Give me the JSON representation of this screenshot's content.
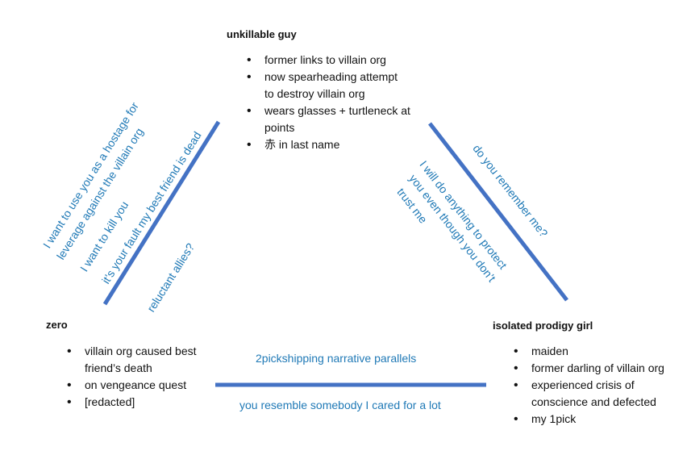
{
  "nodes": {
    "top": {
      "title": "unkillable guy",
      "bullets": [
        "former links to villain org",
        "now spearheading attempt\nto destroy villain org",
        "wears glasses + turtleneck at\npoints",
        "赤 in last name"
      ]
    },
    "left": {
      "title": "zero",
      "bullets": [
        "villain org caused best\nfriend’s death",
        "on vengeance quest",
        "[redacted]"
      ]
    },
    "right": {
      "title": "isolated prodigy girl",
      "bullets": [
        "maiden",
        "former darling of villain org",
        "experienced crisis of\nconscience and defected",
        "my 1pick"
      ]
    }
  },
  "edges": {
    "left_top": {
      "outer": [
        "I want to use you as a hostage for",
        "leverage against the villain org",
        "I want to kill you"
      ],
      "inner": [
        "it’s your fault my best friend is dead",
        "reluctant allies?"
      ]
    },
    "top_right": {
      "outer": [
        "do you remember me?"
      ],
      "inner": [
        "I will do anything to protect",
        "you even though you don’t",
        "trust me"
      ]
    },
    "left_right": {
      "above": "2pickshipping narrative parallels",
      "below": "you resemble somebody I cared for a lot"
    }
  },
  "colors": {
    "edge": "#4472c4",
    "label": "#1f79b6"
  }
}
